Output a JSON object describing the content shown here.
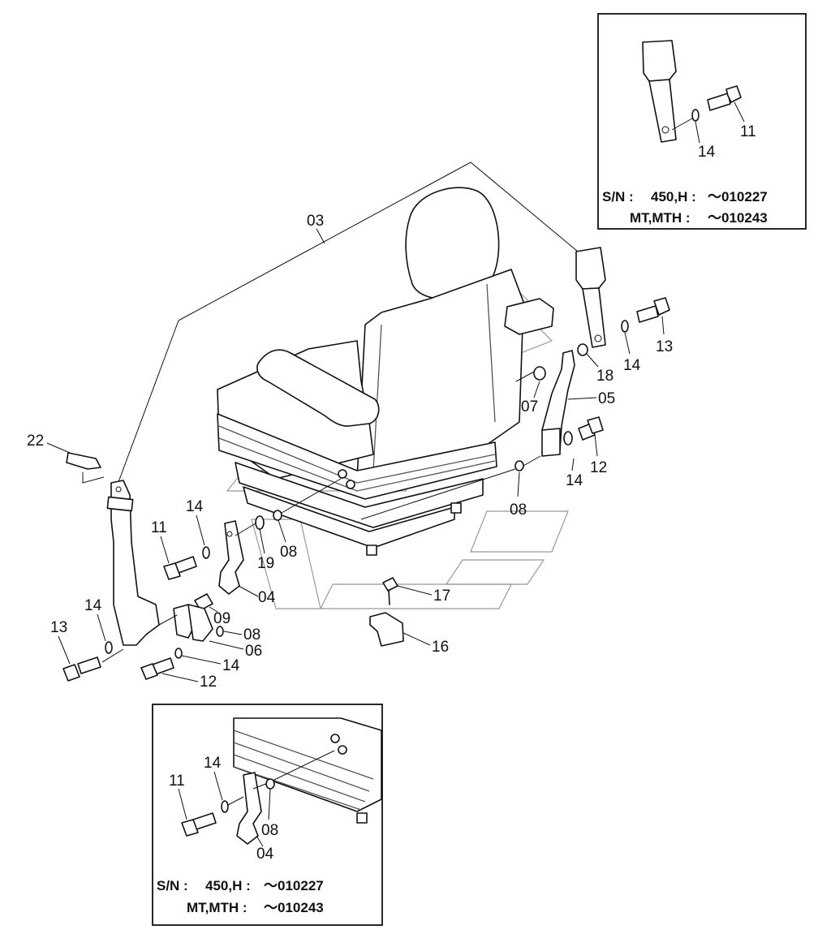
{
  "callouts": {
    "c03": "03",
    "c22": "22",
    "c14_ins": "14",
    "c11_ins": "11",
    "c13_r": "13",
    "c14_r": "14",
    "c18": "18",
    "c05": "05",
    "c07": "07",
    "c12_r": "12",
    "c14_r2": "14",
    "c08_r": "08",
    "c11_l": "11",
    "c14_l": "14",
    "c19": "19",
    "c08_l": "08",
    "c04": "04",
    "c09": "09",
    "c08_l2": "08",
    "c06": "06",
    "c14_b": "14",
    "c12_b": "12",
    "c14_lb": "14",
    "c13_lb": "13",
    "c17": "17",
    "c16": "16",
    "c11_b": "11",
    "c14_bb": "14",
    "c08_bb": "08",
    "c04_bb": "04"
  },
  "inset_top": {
    "sn_label": "S/N :",
    "model1": "450,H :",
    "range1": "～010227",
    "model2": "MT,MTH :",
    "range2": "～010243"
  },
  "inset_bottom": {
    "sn_label": "S/N :",
    "model1": "450,H :",
    "range1": "～010227",
    "model2": "MT,MTH :",
    "range2": "～010243"
  }
}
